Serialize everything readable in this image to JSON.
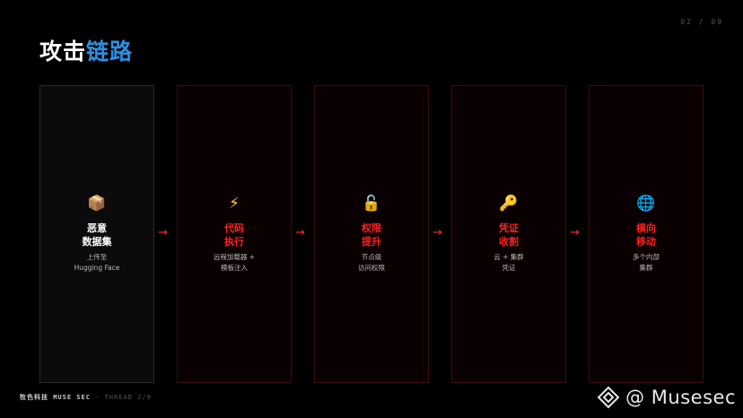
{
  "page_number": "02 / 09",
  "title": {
    "part1": "攻击",
    "part2": "链路"
  },
  "steps": [
    {
      "icon": "📦",
      "icon_name": "package-icon",
      "name_line1": "恶意",
      "name_line2": "数据集",
      "desc_line1": "上传至",
      "desc_line2": "Hugging Face"
    },
    {
      "icon": "⚡",
      "icon_name": "lightning-icon",
      "name_line1": "代码",
      "name_line2": "执行",
      "desc_line1": "远程加载器 +",
      "desc_line2": "模板注入"
    },
    {
      "icon": "🔓",
      "icon_name": "unlock-icon",
      "name_line1": "权限",
      "name_line2": "提升",
      "desc_line1": "节点级",
      "desc_line2": "访问权限"
    },
    {
      "icon": "🔑",
      "icon_name": "key-icon",
      "name_line1": "凭证",
      "name_line2": "收割",
      "desc_line1": "云 + 集群",
      "desc_line2": "凭证"
    },
    {
      "icon": "🌐",
      "icon_name": "globe-icon",
      "name_line1": "横向",
      "name_line2": "移动",
      "desc_line1": "多个内部",
      "desc_line2": "集群"
    }
  ],
  "arrow": "→",
  "footer": {
    "brand_cn": "牧色科技",
    "brand_en": "MUSE SEC",
    "separator": "·",
    "thread": "THREAD 2/9"
  },
  "watermark": {
    "text": "@ Musesec"
  },
  "colors": {
    "accent_blue": "#2e8fe0",
    "accent_red": "#ff2020",
    "background": "#000000"
  }
}
